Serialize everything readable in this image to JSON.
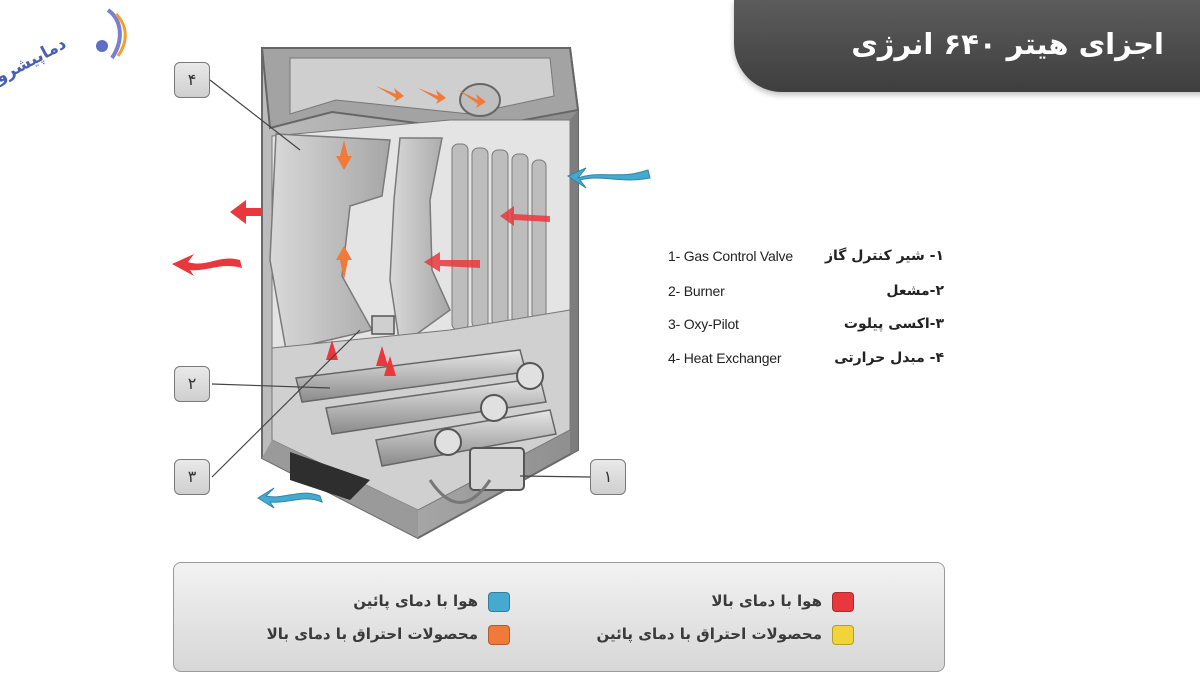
{
  "title": "اجزای هیتر ۶۴۰ انرژی",
  "watermark": "دماپیشرو",
  "callouts": [
    "۱",
    "۲",
    "۳",
    "۴"
  ],
  "parts": [
    {
      "en": "1- Gas Control Valve",
      "fa": "۱- شیر کنترل گاز"
    },
    {
      "en": "2- Burner",
      "fa": "۲-مشعل"
    },
    {
      "en": "3- Oxy-Pilot",
      "fa": "۳-اکسی پیلوت"
    },
    {
      "en": "4- Heat Exchanger",
      "fa": "۴- مبدل حرارتی"
    }
  ],
  "legend": [
    {
      "label": "هوا با دمای بالا",
      "color": "#e8383d"
    },
    {
      "label": "هوا با دمای پائین",
      "color": "#46a9cf"
    },
    {
      "label": "محصولات احتراق با دمای پائین",
      "color": "#f3d33a"
    },
    {
      "label": "محصولات احتراق با دمای بالا",
      "color": "#ef7a3a"
    }
  ],
  "colors": {
    "banner": "#4a4a4a",
    "hot_air": "#e8383d",
    "cold_air": "#46a9cf",
    "hot_combustion": "#ef7a3a"
  }
}
